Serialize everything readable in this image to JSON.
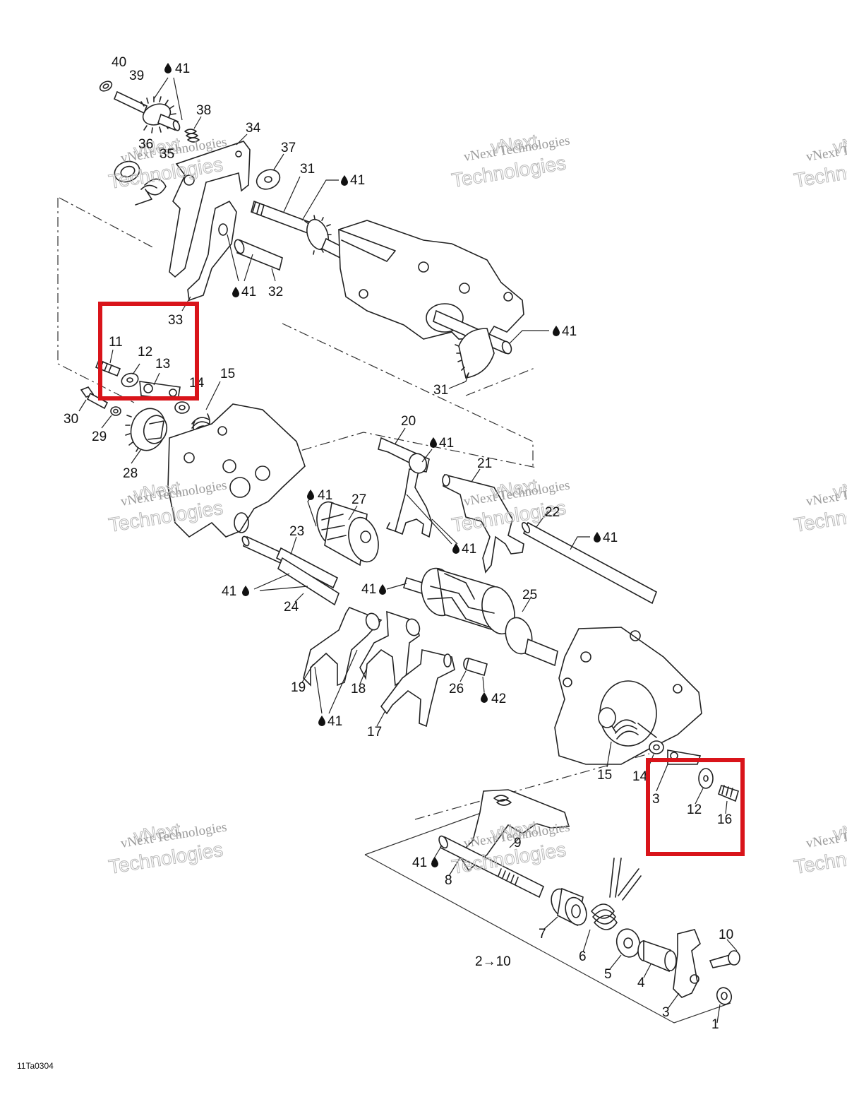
{
  "figure_ref": "11Ta0304",
  "lube_symbol": "oil-drop-icon",
  "colors": {
    "highlight": "#d9141a",
    "ink": "#222222",
    "watermark": "#b8b8b8"
  },
  "watermark": {
    "line_a": "vNext",
    "line_b": "vNext Technologies",
    "line_c": "Technologies"
  },
  "callouts": [
    {
      "text": "40"
    },
    {
      "text": "39"
    },
    {
      "text": "41"
    },
    {
      "text": "38"
    },
    {
      "text": "34"
    },
    {
      "text": "36"
    },
    {
      "text": "35"
    },
    {
      "text": "37"
    },
    {
      "text": "31"
    },
    {
      "text": "41"
    },
    {
      "text": "41"
    },
    {
      "text": "32"
    },
    {
      "text": "33"
    },
    {
      "text": "41"
    },
    {
      "text": "11"
    },
    {
      "text": "12"
    },
    {
      "text": "13"
    },
    {
      "text": "14"
    },
    {
      "text": "15"
    },
    {
      "text": "31"
    },
    {
      "text": "30"
    },
    {
      "text": "29"
    },
    {
      "text": "28"
    },
    {
      "text": "20"
    },
    {
      "text": "41"
    },
    {
      "text": "21"
    },
    {
      "text": "41"
    },
    {
      "text": "27"
    },
    {
      "text": "22"
    },
    {
      "text": "23"
    },
    {
      "text": "41"
    },
    {
      "text": "41"
    },
    {
      "text": "41"
    },
    {
      "text": "24"
    },
    {
      "text": "41"
    },
    {
      "text": "25"
    },
    {
      "text": "19"
    },
    {
      "text": "18"
    },
    {
      "text": "26"
    },
    {
      "text": "42"
    },
    {
      "text": "41"
    },
    {
      "text": "17"
    },
    {
      "text": "15"
    },
    {
      "text": "14"
    },
    {
      "text": "3"
    },
    {
      "text": "12"
    },
    {
      "text": "16"
    },
    {
      "text": "9"
    },
    {
      "text": "41"
    },
    {
      "text": "8"
    },
    {
      "text": "7"
    },
    {
      "text": "6"
    },
    {
      "text": "5"
    },
    {
      "text": "4"
    },
    {
      "text": "10"
    },
    {
      "text": "2→10"
    },
    {
      "text": "3"
    },
    {
      "text": "1"
    }
  ]
}
